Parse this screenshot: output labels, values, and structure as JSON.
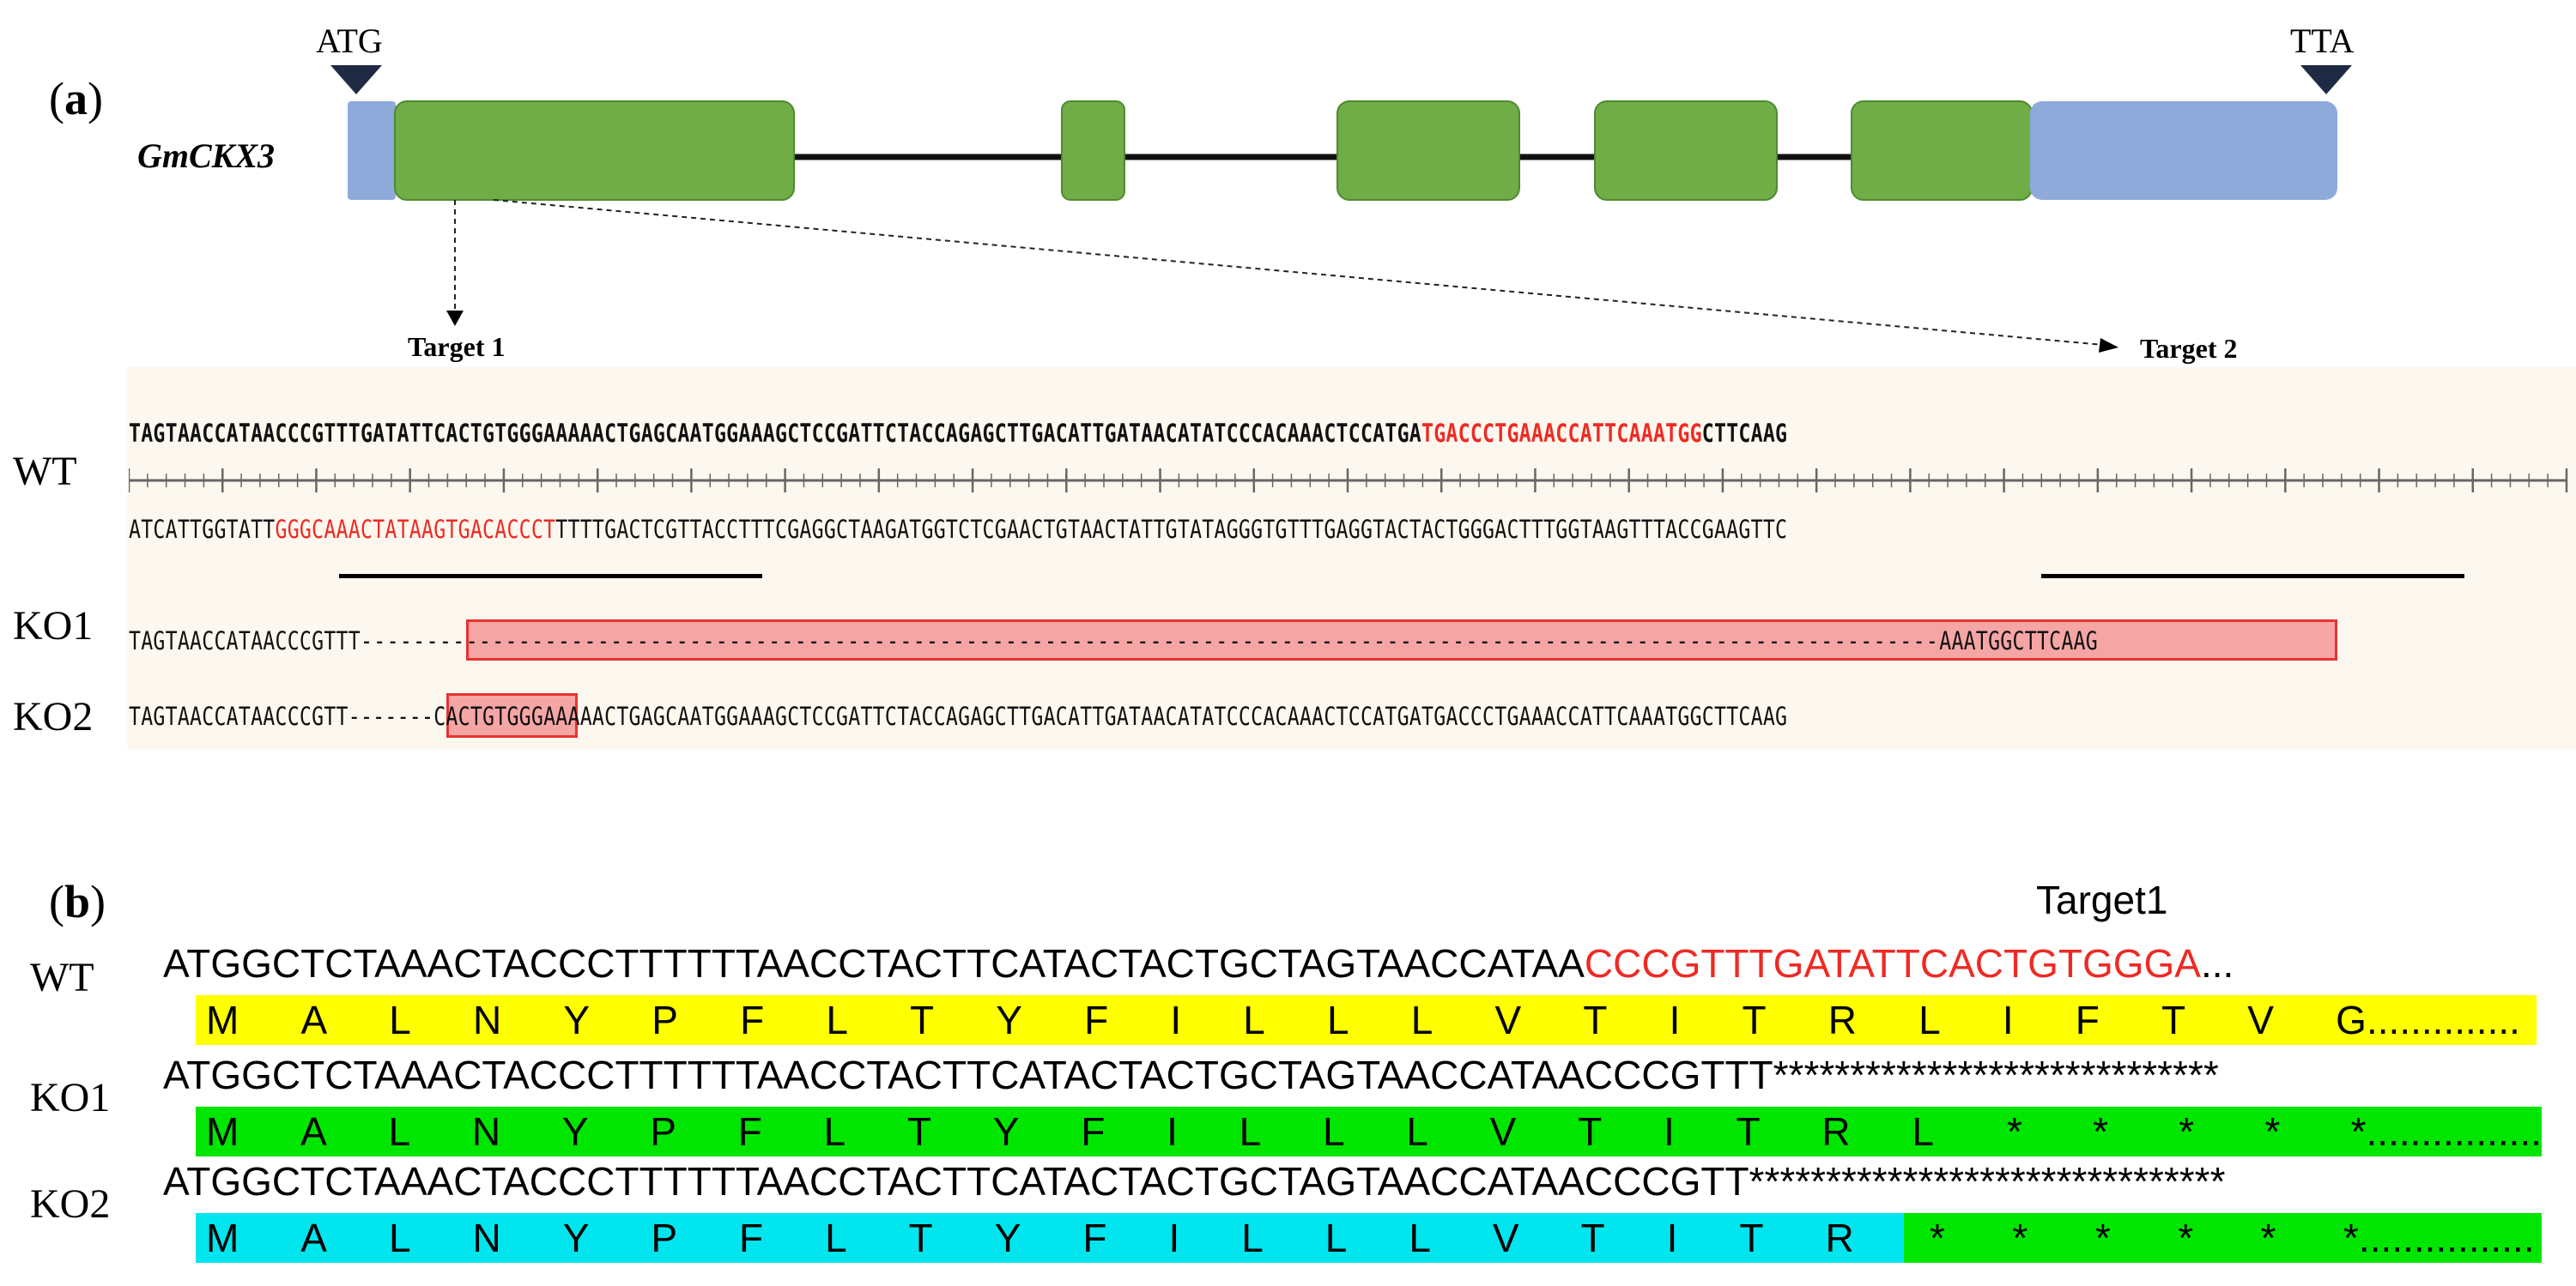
{
  "panel_a": {
    "label": "(a)",
    "gene_name": "GmCKX3",
    "start_codon": "ATG",
    "stop_codon": "TTA",
    "target1_label": "Target 1",
    "target2_label": "Target 2",
    "wt_label": "WT",
    "ko1_label": "KO1",
    "ko2_label": "KO2",
    "wt_top": {
      "pre": "TAGTAACCATAACCCGTTTGATATTCACTGTGGGAAAAACTGAGCAATGGAAAGCTCCGATTCTACCAGAGCTTGACATTGATAACATATCCCACAAACTCCATGA",
      "target": "TGACCCTGAAACCATTCAAATGG",
      "post": "CTTCAAG"
    },
    "wt_bottom": {
      "pre": "ATCATTGGTATT",
      "target": "GGGCAAACTATAAGTGACACCCT",
      "post": "TTTTGACTCGTTACCTTTCGAGGCTAAGATGGTCTCGAACTGTAACTATTGTATAGGGTGTTTGAGGTACTACTGGGACTTTGGTAAGTTTACCGAAGTTC"
    },
    "ko1": {
      "pre": "TAGTAACCATAACCCGTTT",
      "deletion": "------------------------------------------------------------------------------------------------------------------------",
      "post": "AAATGGCTTCAAG"
    },
    "ko2": {
      "pre": "TAGTAACCATAACCCGTT",
      "deletion": "-------",
      "post": "CACTGTGGGAAAAACTGAGCAATGGAAAGCTCCGATTCTACCAGAGCTTGACATTGATAACATATCCCACAAACTCCATGATGACCCTGAAACCATTCAAATGGCTTCAAG"
    }
  },
  "panel_b": {
    "label": "(b)",
    "target_label": "Target1",
    "wt_label": "WT",
    "ko1_label": "KO1",
    "ko2_label": "KO2",
    "wt_seq_black": "ATGGCTCTAAACTACCCTTTTTTAACCTACTTCATACTACTGCTAGTAACCATAA",
    "wt_seq_red": "CCCGTTTGATATTCACTGTGGGA",
    "wt_seq_tail": "...",
    "ko1_seq": "ATGGCTCTAAACTACCCTTTTTTAACCTACTTCATACTACTGCTAGTAACCATAACCCGTTT*****************************",
    "ko2_seq": "ATGGCTCTAAACTACCCTTTTTTAACCTACTTCATACTACTGCTAGTAACCATAACCCGTT*******************************",
    "wt_aa": [
      "M",
      "A",
      "L",
      "N",
      "Y",
      "P",
      "F",
      "L",
      "T",
      "Y",
      "F",
      "I",
      "L",
      "L",
      "L",
      "V",
      "T",
      "I",
      "T",
      "R",
      "L",
      "I",
      "F",
      "T",
      "V",
      "G"
    ],
    "wt_aa_tail": "..............",
    "ko1_aa": [
      "M",
      "A",
      "L",
      "N",
      "Y",
      "P",
      "F",
      "L",
      "T",
      "Y",
      "F",
      "I",
      "L",
      "L",
      "L",
      "V",
      "T",
      "I",
      "T",
      "R",
      "L"
    ],
    "ko1_aa_stop": [
      "*",
      "*",
      "*",
      "*",
      "*"
    ],
    "ko1_aa_tail": "................",
    "ko2_aa": [
      "M",
      "A",
      "L",
      "N",
      "Y",
      "P",
      "F",
      "L",
      "T",
      "Y",
      "F",
      "I",
      "L",
      "L",
      "L",
      "V",
      "T",
      "I",
      "T",
      "R"
    ],
    "ko2_aa_stop": [
      "*",
      "*",
      "*",
      "*",
      "*",
      "*"
    ],
    "ko2_aa_tail": "................",
    "colors": {
      "wt_highlight": "#ffff00",
      "ko1_highlight": "#00e600",
      "ko2_highlight_1": "#00e5ee",
      "ko2_highlight_2": "#00e600"
    }
  }
}
